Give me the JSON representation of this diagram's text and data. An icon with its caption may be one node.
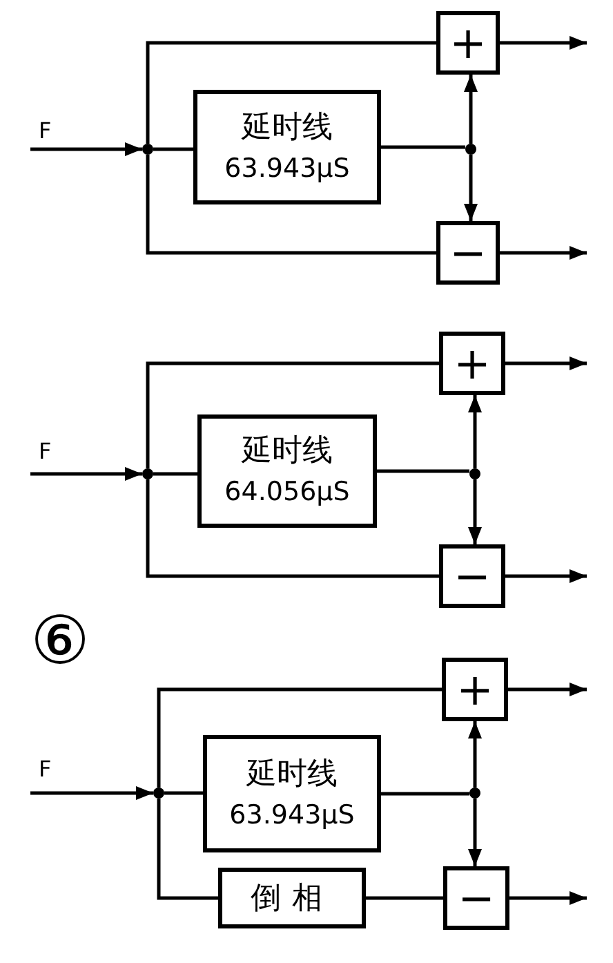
{
  "diagram": {
    "nodes": [
      {
        "text": [],
        "shape": "circle"
      },
      {
        "text": [
          "延时线",
          "63.943μS"
        ]
      },
      {
        "text": [],
        "shape": "circle"
      },
      {
        "text": [
          "+"
        ]
      },
      {
        "text": [
          "−"
        ]
      },
      {
        "text": [],
        "shape": "circle"
      },
      {
        "text": [
          "延时线",
          "64.056μS"
        ]
      },
      {
        "text": [],
        "shape": "circle"
      },
      {
        "text": [
          "+"
        ]
      },
      {
        "text": [
          "−"
        ]
      },
      {
        "text": [],
        "shape": "circle"
      },
      {
        "text": [
          "延时线",
          "63.943μS"
        ]
      },
      {
        "text": [],
        "shape": "circle"
      },
      {
        "text": [
          "+"
        ]
      },
      {
        "text": [
          "−"
        ]
      },
      {
        "text": [
          "倒相"
        ]
      }
    ],
    "edges": [
      {
        "from": null,
        "to": 0,
        "arrow": "to",
        "label": "F"
      },
      {
        "from": 0,
        "to": 1,
        "arrow": "none"
      },
      {
        "from": 0,
        "to": 3,
        "arrow": "none"
      },
      {
        "from": 0,
        "to": 4,
        "arrow": "none"
      },
      {
        "from": 1,
        "to": 2,
        "arrow": "none"
      },
      {
        "from": 2,
        "to": 3,
        "arrow": "to"
      },
      {
        "from": 2,
        "to": 4,
        "arrow": "to"
      },
      {
        "from": 3,
        "to": null,
        "arrow": "to"
      },
      {
        "from": 4,
        "to": null,
        "arrow": "to"
      },
      {
        "from": null,
        "to": 5,
        "arrow": "to",
        "label": "F"
      },
      {
        "from": 5,
        "to": 6,
        "arrow": "none"
      },
      {
        "from": 5,
        "to": 8,
        "arrow": "none"
      },
      {
        "from": 5,
        "to": 9,
        "arrow": "none"
      },
      {
        "from": 6,
        "to": 7,
        "arrow": "none"
      },
      {
        "from": 7,
        "to": 8,
        "arrow": "to"
      },
      {
        "from": 7,
        "to": 9,
        "arrow": "to"
      },
      {
        "from": 8,
        "to": null,
        "arrow": "to"
      },
      {
        "from": 9,
        "to": null,
        "arrow": "to"
      },
      {
        "from": null,
        "to": 10,
        "arrow": "to",
        "label": "F"
      },
      {
        "from": 10,
        "to": 11,
        "arrow": "none"
      },
      {
        "from": 10,
        "to": 13,
        "arrow": "none"
      },
      {
        "from": 10,
        "to": 15,
        "arrow": "none"
      },
      {
        "from": 15,
        "to": 14,
        "arrow": "none"
      },
      {
        "from": 11,
        "to": 12,
        "arrow": "none"
      },
      {
        "from": 12,
        "to": 13,
        "arrow": "to"
      },
      {
        "from": 12,
        "to": 14,
        "arrow": "to"
      },
      {
        "from": 13,
        "to": null,
        "arrow": "to"
      },
      {
        "from": 14,
        "to": null,
        "arrow": "to"
      }
    ],
    "labels": [
      "⑥"
    ]
  }
}
